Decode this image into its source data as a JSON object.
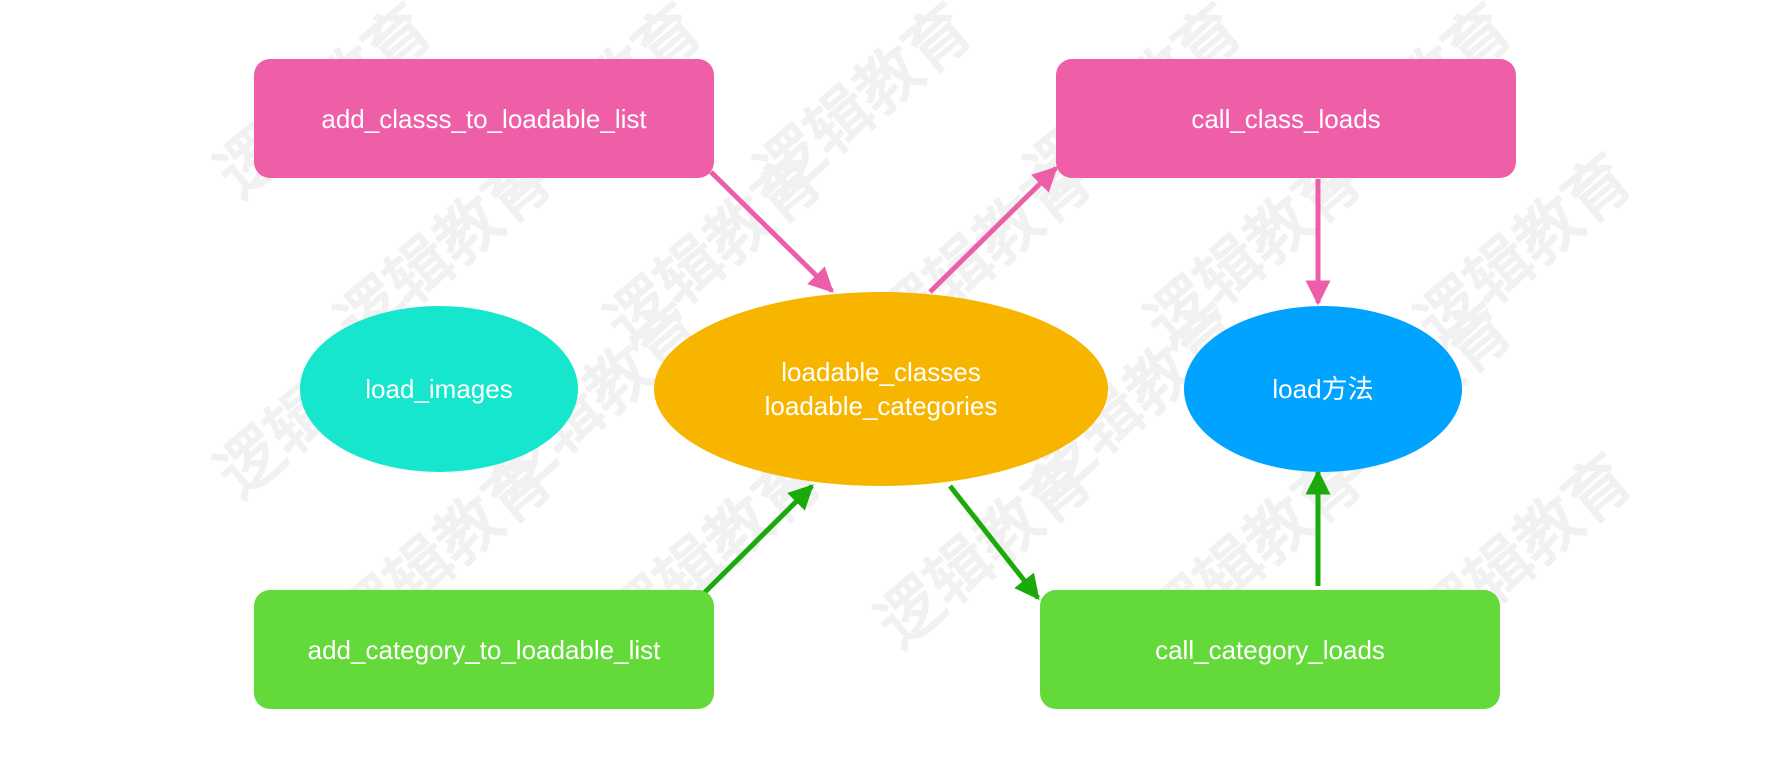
{
  "colors": {
    "pink": "#ef5fa7",
    "green": "#63d93a",
    "cyan": "#15e6cd",
    "orange": "#f7b500",
    "blue": "#00a3ff",
    "pink_arrow": "#ec5fa8",
    "green_arrow": "#1aab0b",
    "watermark": "#f1f1f1"
  },
  "watermark": {
    "text": "逻辑教育"
  },
  "nodes": {
    "add_class": {
      "label": "add_classs_to_loadable_list",
      "shape": "rounded-rect",
      "color": "pink"
    },
    "call_class": {
      "label": "call_class_loads",
      "shape": "rounded-rect",
      "color": "pink"
    },
    "load_images": {
      "label": "load_images",
      "shape": "ellipse",
      "color": "cyan"
    },
    "loadable": {
      "label": "loadable_classes\nloadable_categories",
      "shape": "ellipse",
      "color": "orange"
    },
    "load_method": {
      "label": "load方法",
      "shape": "ellipse",
      "color": "blue"
    },
    "add_category": {
      "label": "add_category_to_loadable_list",
      "shape": "rounded-rect",
      "color": "green"
    },
    "call_category": {
      "label": "call_category_loads",
      "shape": "rounded-rect",
      "color": "green"
    }
  },
  "edges": [
    {
      "from": "add_class",
      "to": "loadable",
      "color": "pink_arrow"
    },
    {
      "from": "loadable",
      "to": "call_class",
      "color": "pink_arrow"
    },
    {
      "from": "call_class",
      "to": "load_method",
      "color": "pink_arrow"
    },
    {
      "from": "add_category",
      "to": "loadable",
      "color": "green_arrow"
    },
    {
      "from": "loadable",
      "to": "call_category",
      "color": "green_arrow"
    },
    {
      "from": "call_category",
      "to": "load_method",
      "color": "green_arrow"
    }
  ]
}
